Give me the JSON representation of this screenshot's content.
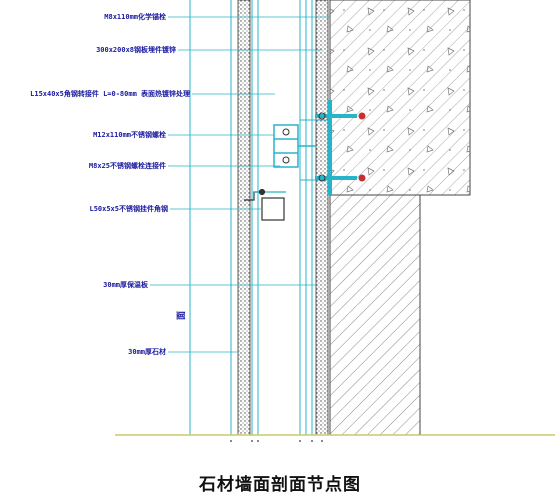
{
  "caption": "石材墙面剖面节点图",
  "annotations": [
    {
      "key": "a1",
      "text": "M8x110mm化学锚栓"
    },
    {
      "key": "a2",
      "text": "300x200x8钢板埋件镀锌"
    },
    {
      "key": "a3",
      "text": "L15x40x5角钢转接件 L=0-80mm 表面热镀锌处理"
    },
    {
      "key": "a4",
      "text": "M12x110mm不锈钢螺栓"
    },
    {
      "key": "a5",
      "text": "M8x25不锈钢螺栓连接件"
    },
    {
      "key": "a6",
      "text": "L50x5x5不锈钢挂件角钢"
    },
    {
      "key": "a7",
      "text": "30mm厚保温板"
    },
    {
      "key": "a8",
      "text": "30mm厚石材"
    }
  ],
  "vertical_label": "面",
  "colors": {
    "line": "#28b4c8",
    "ink": "#1a1aa0",
    "ground": "#c9c96a",
    "bolt": "#c83030"
  }
}
